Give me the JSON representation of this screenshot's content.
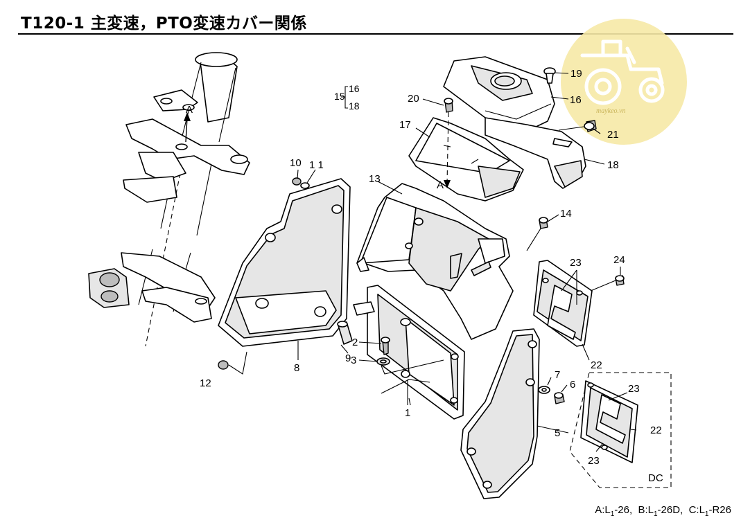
{
  "page": {
    "title": "T120-1 主変速，PTO変速カバー関係"
  },
  "watermark": {
    "text": "maykeo.vn",
    "color": "#f3e39b",
    "icon": "tractor-icon"
  },
  "callouts": {
    "c1": "1",
    "c2": "2",
    "c3": "3",
    "c5": "5",
    "c6": "6",
    "c7": "7",
    "c8": "8",
    "c9": "9",
    "c10": "10",
    "c11": "1 1",
    "c12": "12",
    "c13": "13",
    "c14": "14",
    "c15": "15",
    "c16a": "16",
    "c18a": "18",
    "c16": "16",
    "c17": "17",
    "c18": "18",
    "c19": "19",
    "c20": "20",
    "c21": "21",
    "c22a": "22",
    "c22b": "22",
    "c23a": "23",
    "c23b": "23",
    "c23c": "23",
    "c24": "24",
    "arrowA1": "A",
    "arrowA2": "A",
    "dc": "DC"
  },
  "footnote": {
    "a_prefix": "A:L",
    "a_suffix": "-26,",
    "b_prefix": "B:L",
    "b_suffix": "-26D,",
    "c_prefix": "C:L",
    "c_suffix": "-R26",
    "subscript": "1"
  }
}
